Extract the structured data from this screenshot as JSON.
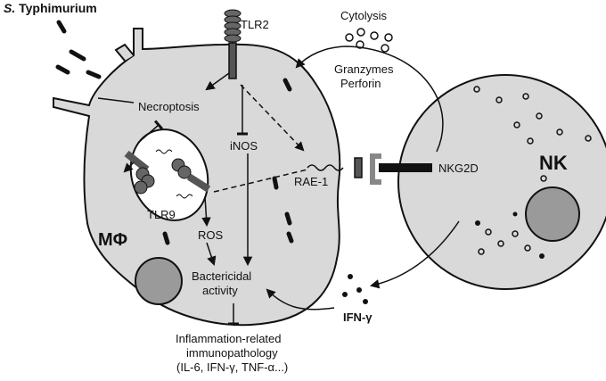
{
  "title": {
    "prefix": "S.",
    "rest": " Typhimurium"
  },
  "labels": {
    "tlr2": "TLR2",
    "cytolysis": "Cytolysis",
    "granzymes": "Granzymes",
    "perforin": "Perforin",
    "necroptosis": "Necroptosis",
    "inos": "iNOS",
    "tlr9": "TLR9",
    "rae1": "RAE-1",
    "nkg2d": "NKG2D",
    "nk": "NK",
    "macrophage": "MΦ",
    "ros": "ROS",
    "bactericidal_line1": "Bactericidal",
    "bactericidal_line2": "activity",
    "ifn_gamma": "IFN-γ",
    "inflammation_line1": "Inflammation-related",
    "inflammation_line2": "immunopathology",
    "inflammation_line3": "(IL-6, IFN-γ, TNF-α...)"
  },
  "colors": {
    "cell_fill": "#d9d9d9",
    "nucleus_fill": "#9a9a9a",
    "outline": "#111111",
    "receptor": "#555555"
  }
}
